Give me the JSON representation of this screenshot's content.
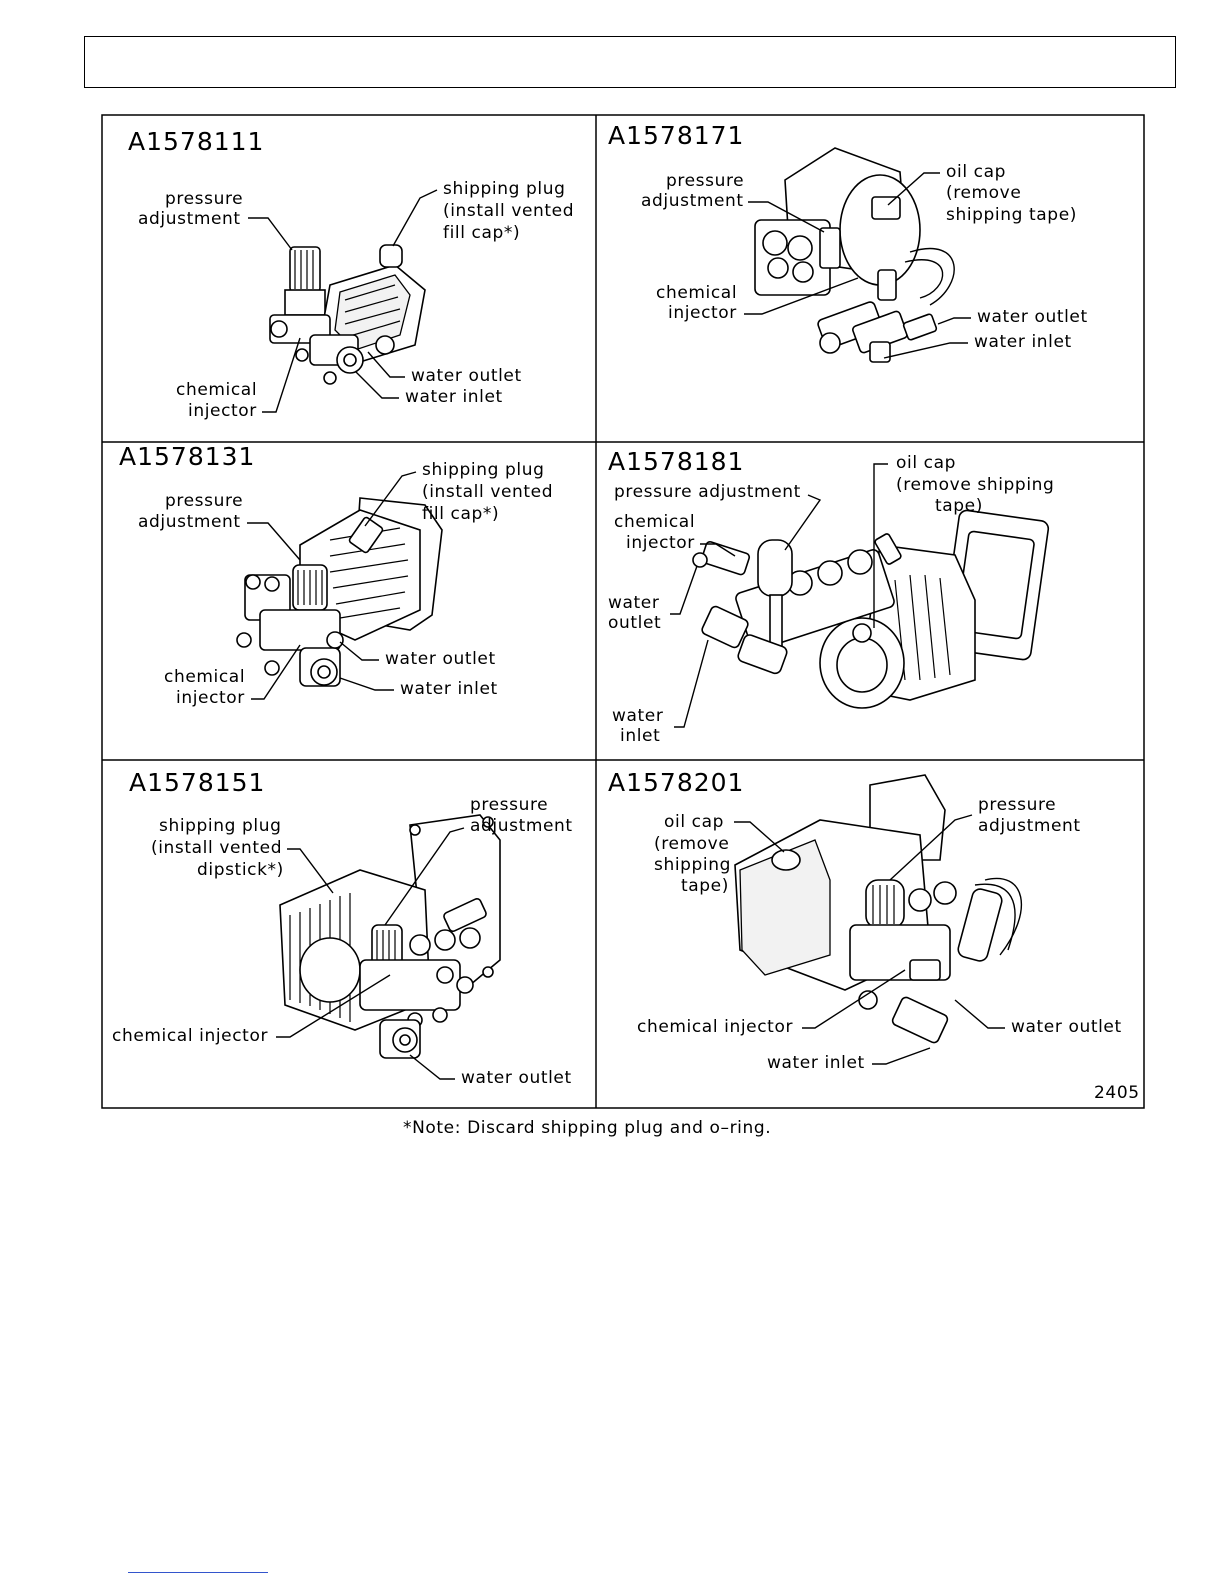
{
  "footnote": "*Note: Discard shipping plug and o–ring.",
  "figure_number": "2405",
  "panels": [
    {
      "model": "A1578111",
      "labels": {
        "pressure": [
          "pressure",
          "adjustment"
        ],
        "shipping": [
          "shipping plug",
          "(install vented",
          "fill cap*)"
        ],
        "chemical": [
          "chemical",
          "injector"
        ],
        "outlet": [
          "water outlet"
        ],
        "inlet": [
          "water inlet"
        ]
      }
    },
    {
      "model": "A1578171",
      "labels": {
        "pressure": [
          "pressure",
          "adjustment"
        ],
        "oilcap": [
          "oil cap",
          "(remove",
          "shipping tape)"
        ],
        "chemical": [
          "chemical",
          "injector"
        ],
        "outlet": [
          "water outlet"
        ],
        "inlet": [
          "water inlet"
        ]
      }
    },
    {
      "model": "A1578131",
      "labels": {
        "pressure": [
          "pressure",
          "adjustment"
        ],
        "shipping": [
          "shipping plug",
          "(install vented",
          "fill cap*)"
        ],
        "chemical": [
          "chemical",
          "injector"
        ],
        "outlet": [
          "water outlet"
        ],
        "inlet": [
          "water inlet"
        ]
      }
    },
    {
      "model": "A1578181",
      "labels": {
        "pressure": [
          "pressure adjustment"
        ],
        "oilcap": [
          "oil cap",
          "(remove shipping",
          "tape)"
        ],
        "chemical": [
          "chemical",
          "injector"
        ],
        "outlet": [
          "water",
          "outlet"
        ],
        "inlet": [
          "water",
          "inlet"
        ]
      }
    },
    {
      "model": "A1578151",
      "labels": {
        "pressure": [
          "pressure",
          "adjustment"
        ],
        "shipping": [
          "shipping plug",
          "(install vented",
          "dipstick*)"
        ],
        "chemical": [
          "chemical injector"
        ],
        "outlet": [
          "water outlet"
        ]
      }
    },
    {
      "model": "A1578201",
      "labels": {
        "pressure": [
          "pressure",
          "adjustment"
        ],
        "oilcap": [
          "oil cap",
          "(remove",
          "shipping",
          "tape)"
        ],
        "chemical": [
          "chemical injector"
        ],
        "outlet": [
          "water outlet"
        ],
        "inlet": [
          "water inlet"
        ]
      }
    }
  ]
}
